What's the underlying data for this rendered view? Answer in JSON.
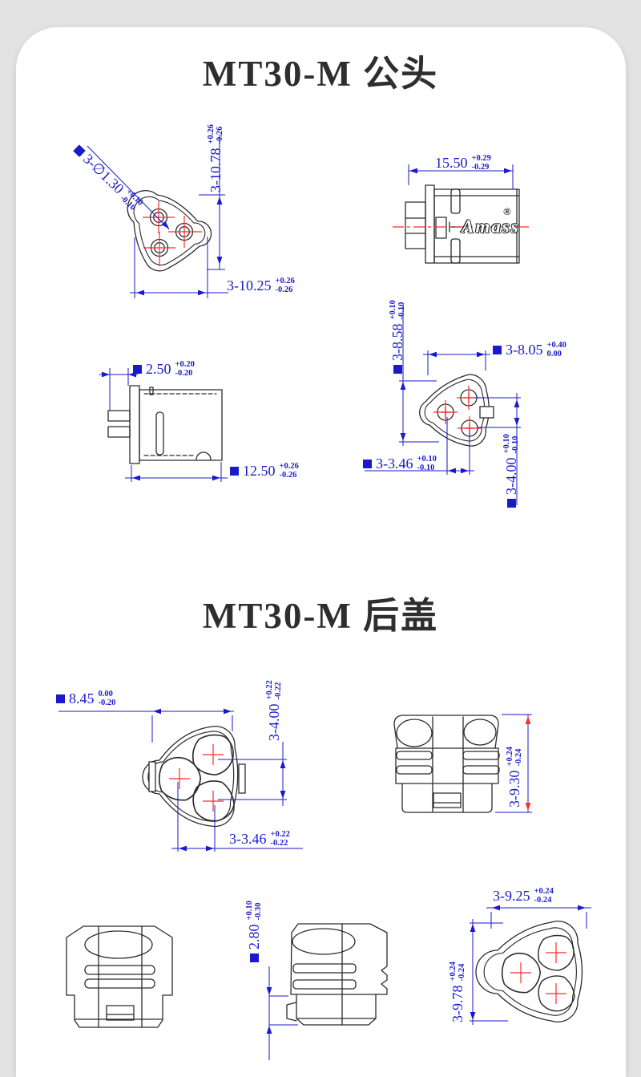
{
  "page": {
    "background": "#e3e3e4",
    "card_background": "#ffffff"
  },
  "sections": {
    "male": {
      "title": "MT30-M 公头"
    },
    "cover": {
      "title": "MT30-M 后盖"
    }
  },
  "logo": {
    "brand": "Amass",
    "registered": "®"
  },
  "colors": {
    "dimension_blue": "#1a1acc",
    "centerline_red": "#ff2a2a",
    "outline_black": "#2b2b2b"
  },
  "dims": {
    "pin_diameter": {
      "label": "3-∅1.30",
      "up": "+0.10",
      "dn": "-0.10"
    },
    "face_height": {
      "label": "3-10.78",
      "up": "+0.26",
      "dn": "-0.26"
    },
    "face_width": {
      "label": "3-10.25",
      "up": "+0.26",
      "dn": "-0.26"
    },
    "body_length": {
      "label": "15.50",
      "up": "+0.29",
      "dn": "-0.29"
    },
    "flange_offset": {
      "label": "2.50",
      "up": "+0.20",
      "dn": "-0.20"
    },
    "mount_length": {
      "label": "12.50",
      "up": "+0.26",
      "dn": "-0.26"
    },
    "rear_circle": {
      "label": "3-8.58",
      "up": "+0.10",
      "dn": "-0.10"
    },
    "rear_diameter": {
      "label": "3-8.05",
      "up": "+0.40",
      "dn": "0.00"
    },
    "rear_pitch_w": {
      "label": "3-3.46",
      "up": "+0.10",
      "dn": "-0.10"
    },
    "rear_pitch_h": {
      "label": "3-4.00",
      "up": "+0.10",
      "dn": "-0.10"
    },
    "cover_depth": {
      "label": "8.45",
      "up": "0.00",
      "dn": "-0.20"
    },
    "cavity_pitch_v": {
      "label": "3-4.00",
      "up": "+0.22",
      "dn": "-0.22"
    },
    "cavity_pitch_h": {
      "label": "3-3.46",
      "up": "+0.22",
      "dn": "-0.22"
    },
    "cover_height": {
      "label": "3-9.30",
      "up": "+0.24",
      "dn": "-0.24"
    },
    "lip_height": {
      "label": "2.80",
      "up": "+0.10",
      "dn": "-0.30"
    },
    "cover_width": {
      "label": "3-9.25",
      "up": "+0.24",
      "dn": "-0.24"
    },
    "cover_face_height": {
      "label": "3-9.78",
      "up": "+0.24",
      "dn": "-0.24"
    }
  }
}
